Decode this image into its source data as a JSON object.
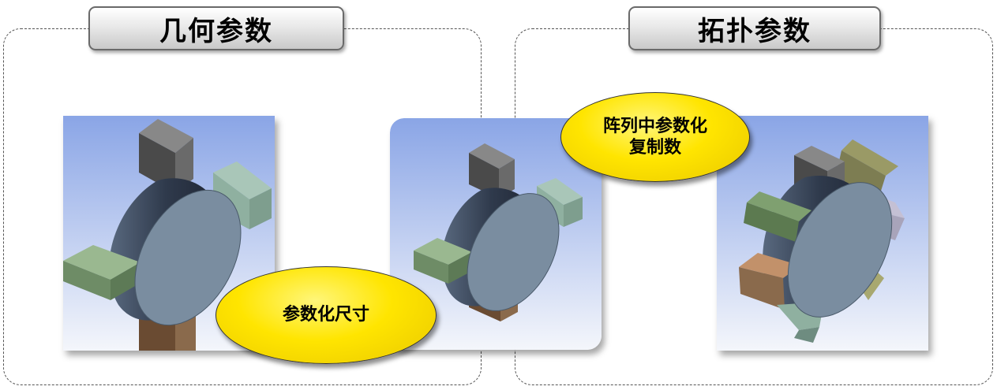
{
  "left_panel": {
    "title": "几何参数"
  },
  "right_panel": {
    "title": "拓扑参数"
  },
  "callouts": {
    "dimension": "参数化尺寸",
    "pattern_line1": "阵列中参数化",
    "pattern_line2": "复制数"
  },
  "colors": {
    "background_top": "#8aa5e6",
    "background_bottom": "#f4f6fb",
    "bubble": "#ffe500",
    "disc_face": "#7a8da0",
    "block_gray": "#4f4f4f",
    "block_green": "#7b9a72",
    "block_teal": "#8fb0a0",
    "block_brown": "#8a6a4c"
  }
}
